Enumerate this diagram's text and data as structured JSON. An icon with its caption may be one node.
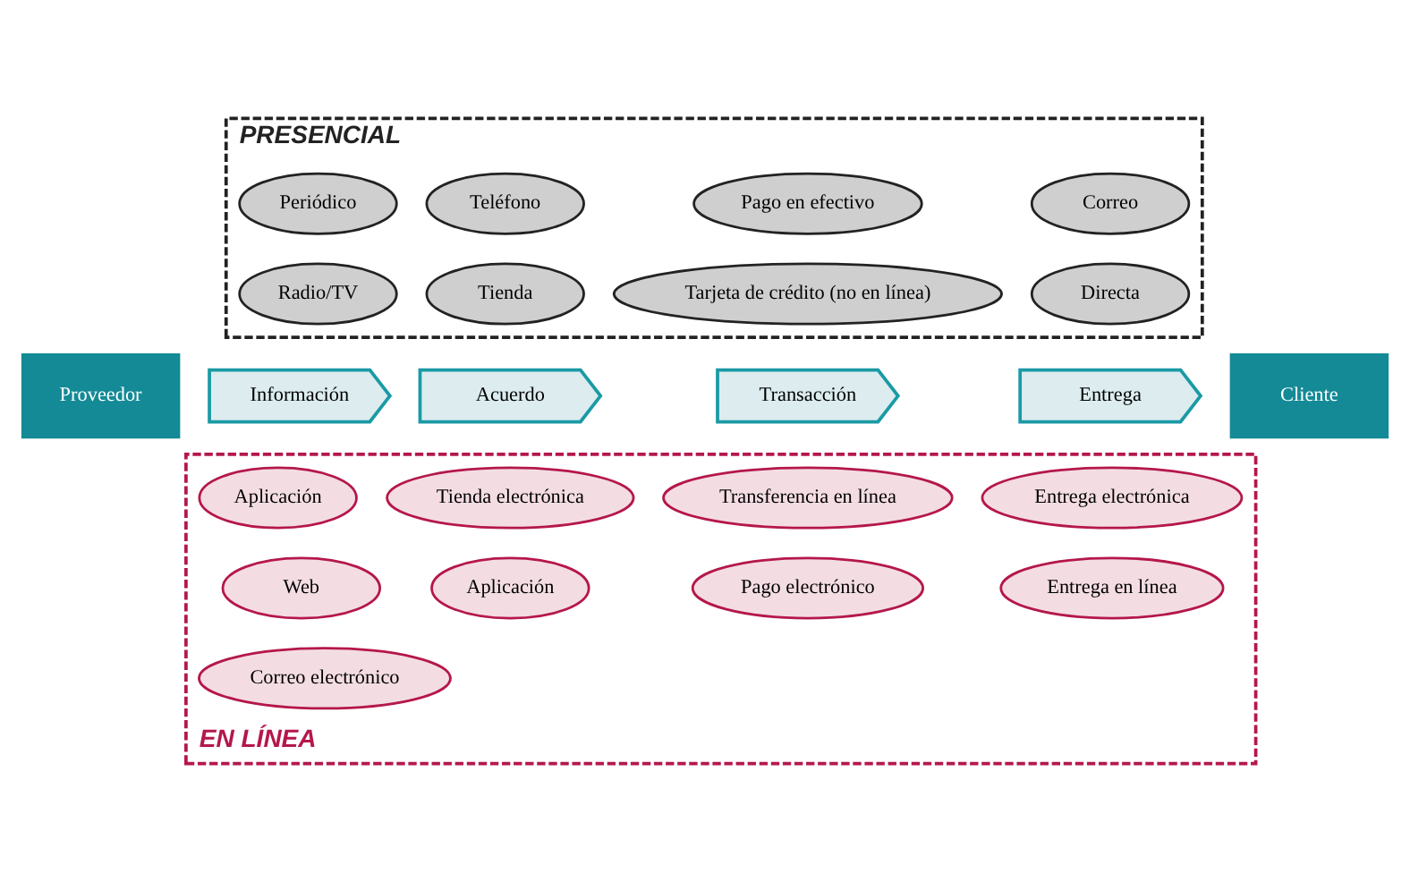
{
  "diagram": {
    "nodes": [
      {
        "text": [
          "PRESENCIAL"
        ]
      },
      {
        "text": [
          "Periódico"
        ],
        "in": 0
      },
      {
        "text": [
          "Radio/TV"
        ],
        "in": 0
      },
      {
        "text": [
          "Teléfono"
        ],
        "in": 0
      },
      {
        "text": [
          "Tienda"
        ],
        "in": 0
      },
      {
        "text": [
          "Pago en efectivo"
        ],
        "in": 0
      },
      {
        "text": [
          "Tarjeta de crédito (no en línea)"
        ],
        "in": 0
      },
      {
        "text": [
          "Correo"
        ],
        "in": 0
      },
      {
        "text": [
          "Directa"
        ],
        "in": 0
      },
      {
        "text": [
          "Proveedor"
        ]
      },
      {
        "text": [
          "Información"
        ]
      },
      {
        "text": [
          "Acuerdo"
        ]
      },
      {
        "text": [
          "Transacción"
        ]
      },
      {
        "text": [
          "Entrega"
        ]
      },
      {
        "text": [
          "Cliente"
        ]
      },
      {
        "text": [
          "EN LÍNEA"
        ]
      },
      {
        "text": [
          "Aplicación"
        ],
        "in": 15
      },
      {
        "text": [
          "Web"
        ],
        "in": 15
      },
      {
        "text": [
          "Correo electrónico"
        ],
        "in": 15
      },
      {
        "text": [
          "Tienda electrónica"
        ],
        "in": 15
      },
      {
        "text": [
          "Aplicación"
        ],
        "in": 15
      },
      {
        "text": [
          "Transferencia en línea"
        ],
        "in": 15
      },
      {
        "text": [
          "Pago electrónico"
        ],
        "in": 15
      },
      {
        "text": [
          "Entrega electrónica"
        ],
        "in": 15
      },
      {
        "text": [
          "Entrega en línea"
        ],
        "in": 15
      }
    ]
  }
}
